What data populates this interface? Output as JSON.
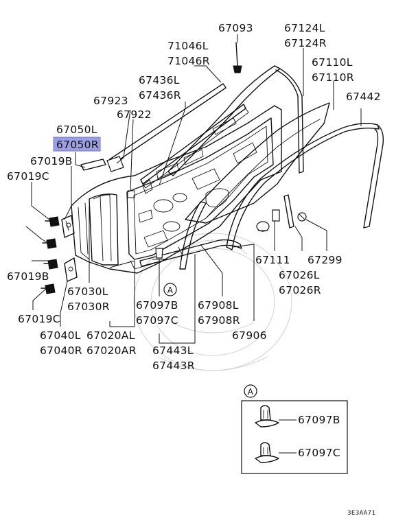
{
  "labels": {
    "p67093": "67093",
    "p71046": "71046L",
    "p71046r": "71046R",
    "p67124": "67124L",
    "p67124r": "67124R",
    "p67110": "67110L",
    "p67110r": "67110R",
    "p67436": "67436L",
    "p67436r": "67436R",
    "p67442": "67442",
    "p67923": "67923",
    "p67922": "67922",
    "p67050": "67050L",
    "p67050r": "67050R",
    "p67019b_top": "67019B",
    "p67019c_top": "67019C",
    "p67019b_mid": "67019B",
    "p67019c_bot": "67019C",
    "p67030": "67030L",
    "p67030r": "67030R",
    "p67040": "67040L",
    "p67040r": "67040R",
    "p67020": "67020AL",
    "p67020r": "67020AR",
    "p67097b": "67097B",
    "p67097c": "67097C",
    "p67908": "67908L",
    "p67908r": "67908R",
    "p67443": "67443L",
    "p67443r": "67443R",
    "p67906": "67906",
    "p67111": "67111",
    "p67299": "67299",
    "p67026": "67026L",
    "p67026r": "67026R",
    "callout_ref": "A",
    "inset_ref": "A",
    "inset_67097b": "67097B",
    "inset_67097c": "67097C",
    "diagram_code": "3E3AA71"
  },
  "highlight_color": "#9b9ee0",
  "selected_part": "67050R"
}
